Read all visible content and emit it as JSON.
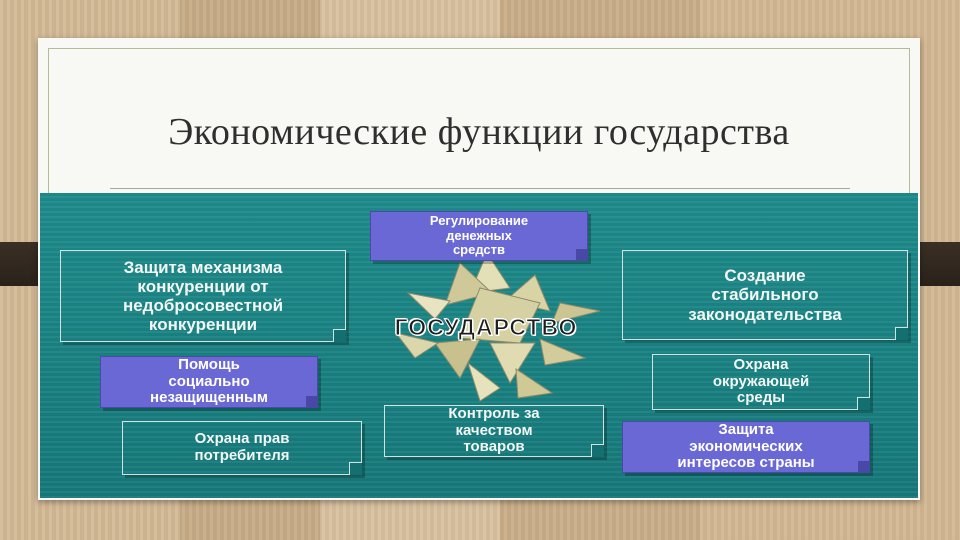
{
  "slide": {
    "title": "Экономические функции государства"
  },
  "diagram": {
    "center": "ГОСУДАРСТВО",
    "boxes": {
      "money": "Регулирование\nденежных\nсредств",
      "competition": "Защита механизма\nконкуренции от\nнедобросовестной\nконкуренции",
      "legislation": "Создание\nстабильного\nзаконодательства",
      "social_help": "Помощь\nсоциально\nнезащищенным",
      "environment": "Охрана\nокружающей\nсреды",
      "consumers": "Охрана прав\nпотребителя",
      "quality": "Контроль за\nкачеством\nтоваров",
      "economic_interests": "Защита\nэкономических\nинтересов страны"
    },
    "colors": {
      "background": "#1f8c8c",
      "filled_box": "#6a68d4",
      "outline_text": "#f2f7f6",
      "star": "#d8d3a8"
    }
  }
}
